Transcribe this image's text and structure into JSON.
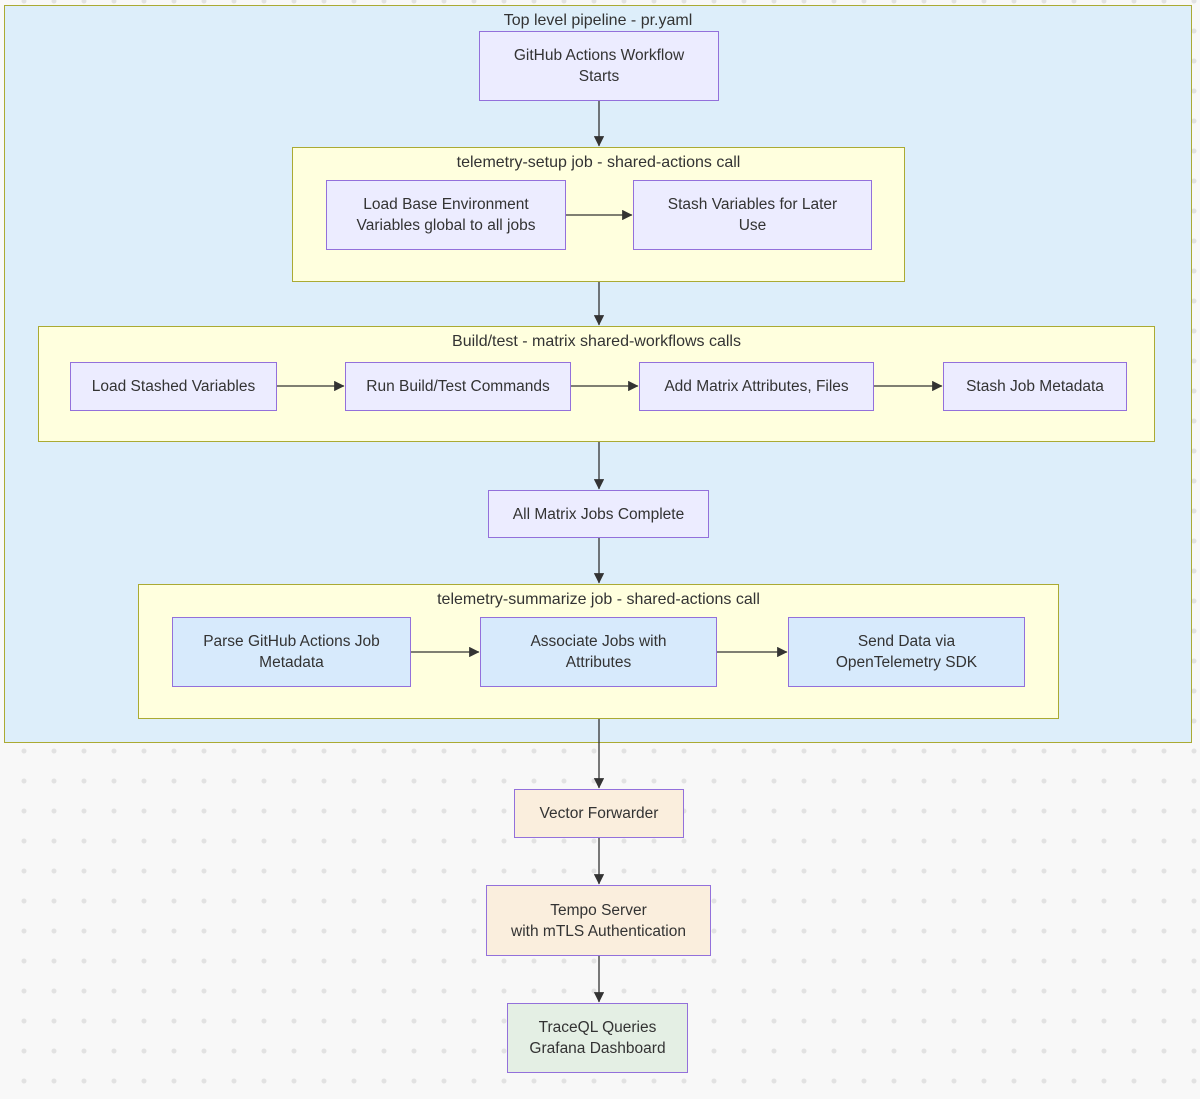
{
  "diagram": {
    "type": "flowchart",
    "direction": "top-down",
    "clusters": {
      "pipeline": {
        "title": "Top level pipeline - pr.yaml"
      },
      "setup": {
        "title": "telemetry-setup job - shared-actions call"
      },
      "build": {
        "title": "Build/test - matrix shared-workflows calls"
      },
      "summarize": {
        "title": "telemetry-summarize job - shared-actions call"
      }
    },
    "nodes": {
      "workflow_start": {
        "label": "GitHub Actions Workflow\nStarts"
      },
      "load_base_env": {
        "label": "Load Base Environment\nVariables global to all jobs"
      },
      "stash_vars": {
        "label": "Stash Variables for Later\nUse"
      },
      "load_stashed": {
        "label": "Load Stashed Variables"
      },
      "run_build": {
        "label": "Run Build/Test Commands"
      },
      "add_matrix": {
        "label": "Add Matrix Attributes, Files"
      },
      "stash_job_meta": {
        "label": "Stash Job Metadata"
      },
      "all_complete": {
        "label": "All Matrix Jobs Complete"
      },
      "parse_meta": {
        "label": "Parse GitHub Actions Job\nMetadata"
      },
      "associate": {
        "label": "Associate Jobs with\nAttributes"
      },
      "send_data": {
        "label": "Send Data via\nOpenTelemetry SDK"
      },
      "vector": {
        "label": "Vector Forwarder"
      },
      "tempo": {
        "label": "Tempo Server\nwith mTLS Authentication"
      },
      "traceql": {
        "label": "TraceQL Queries\nGrafana Dashboard"
      }
    },
    "edges": [
      {
        "from": "workflow_start",
        "to": "setup-cluster"
      },
      {
        "from": "load_base_env",
        "to": "stash_vars"
      },
      {
        "from": "setup-cluster",
        "to": "build-cluster"
      },
      {
        "from": "load_stashed",
        "to": "run_build"
      },
      {
        "from": "run_build",
        "to": "add_matrix"
      },
      {
        "from": "add_matrix",
        "to": "stash_job_meta"
      },
      {
        "from": "build-cluster",
        "to": "all_complete"
      },
      {
        "from": "all_complete",
        "to": "summarize-cluster"
      },
      {
        "from": "parse_meta",
        "to": "associate"
      },
      {
        "from": "associate",
        "to": "send_data"
      },
      {
        "from": "summarize-cluster",
        "to": "vector"
      },
      {
        "from": "vector",
        "to": "tempo"
      },
      {
        "from": "tempo",
        "to": "traceql"
      }
    ],
    "colors": {
      "cluster_pipeline_fill": "#ddeefa",
      "cluster_job_fill": "#ffffde",
      "cluster_border": "#aaaa33",
      "node_lavender_fill": "#ececff",
      "node_blue_fill": "#d7eafc",
      "node_peach_fill": "#faeedd",
      "node_green_fill": "#e4efe4",
      "node_border": "#9370db",
      "edge_color": "#333333",
      "text_color": "#333333",
      "page_background": "#f8f8f8",
      "dot_grid_color": "#e2e2e2"
    }
  }
}
